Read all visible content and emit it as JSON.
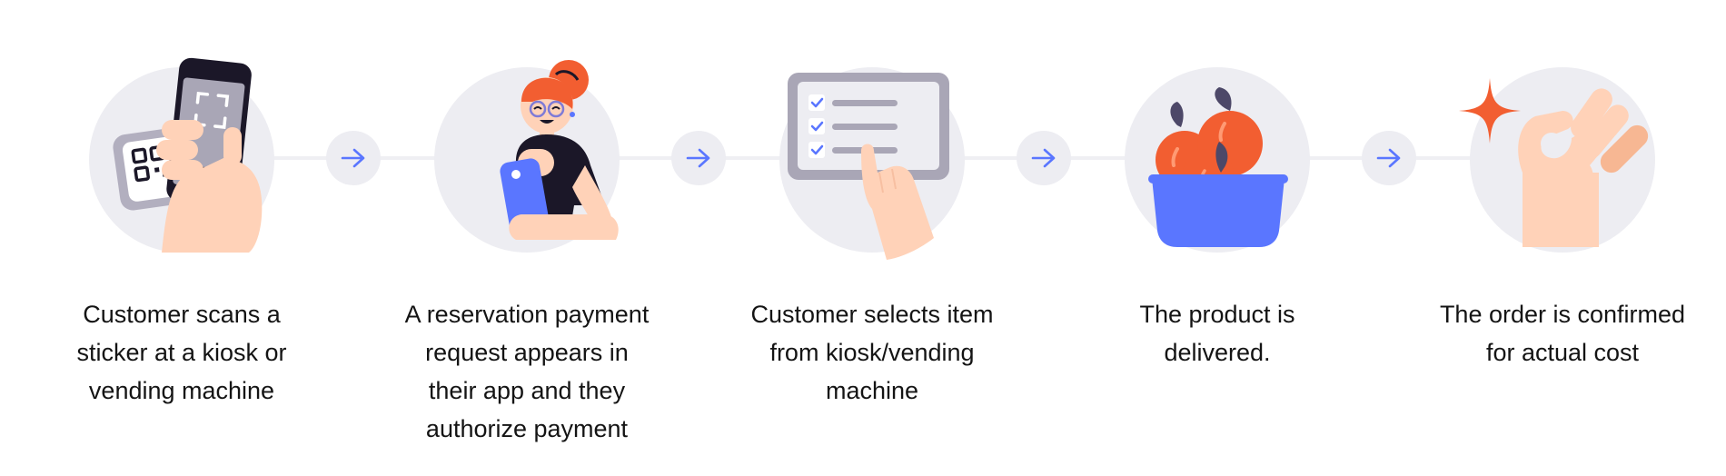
{
  "steps": [
    {
      "id": "scan",
      "caption": "Customer scans a\nsticker at a kiosk or\nvending machine"
    },
    {
      "id": "authorize",
      "caption": "A reservation payment\nrequest appears in\ntheir app  and they\nauthorize payment"
    },
    {
      "id": "select",
      "caption": "Customer selects item\nfrom kiosk/vending\nmachine"
    },
    {
      "id": "deliver",
      "caption": "The product is\ndelivered."
    },
    {
      "id": "confirm",
      "caption": "The order is confirmed\nfor actual cost"
    }
  ],
  "icons": {
    "step_arrow": "arrow-right-icon",
    "scan": "phone-qr-scan-icon",
    "authorize": "woman-with-phone-icon",
    "select": "hand-tapping-checklist-icon",
    "deliver": "fruit-basket-icon",
    "confirm": "ok-hand-sparkle-icon"
  },
  "colors": {
    "accent_blue": "#5a76ff",
    "orange": "#f25e31",
    "skin": "#ffd2b8",
    "dark": "#1b1728",
    "gray": "#a9a6b6",
    "circle_bg": "#ededf2"
  }
}
